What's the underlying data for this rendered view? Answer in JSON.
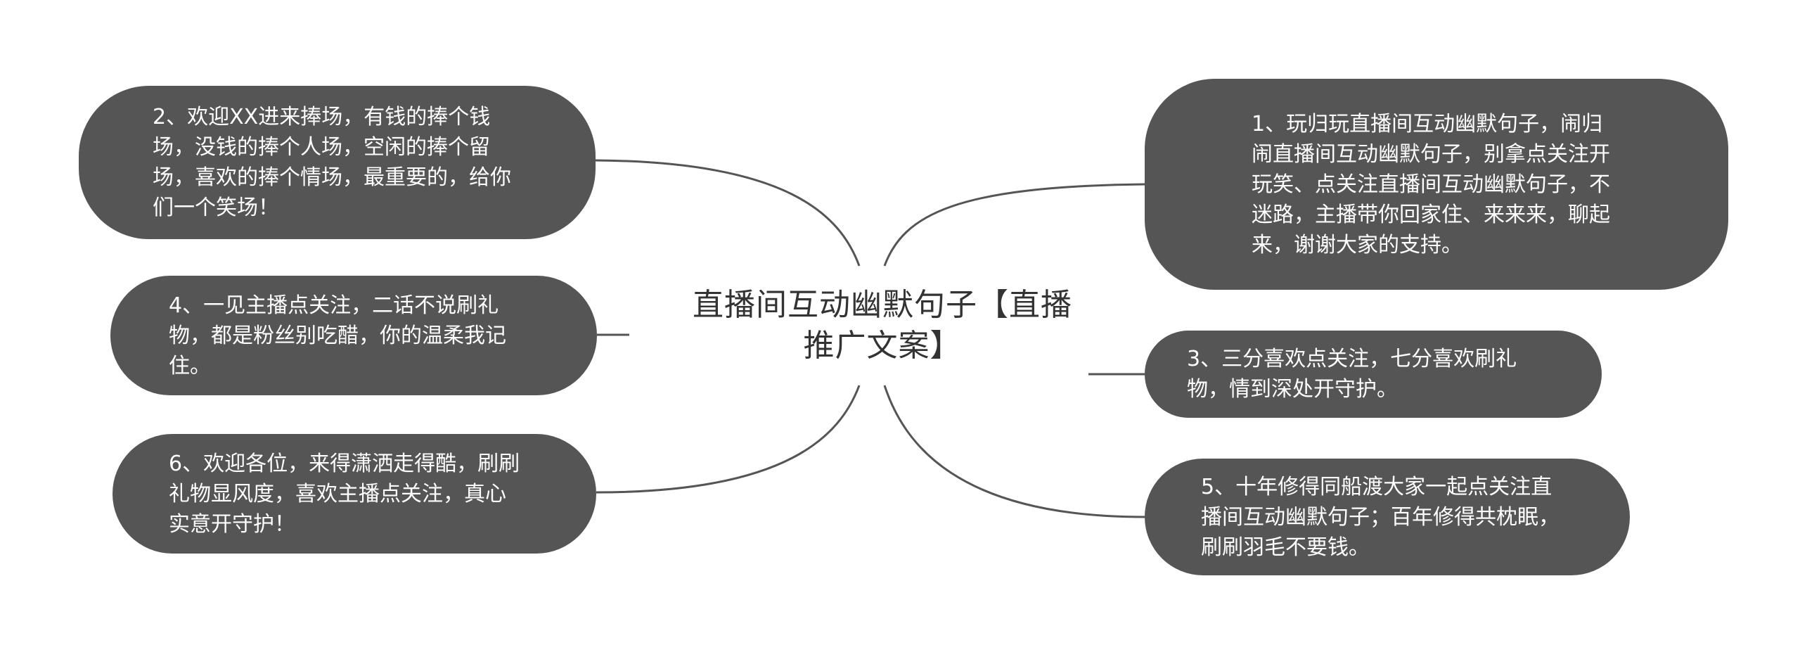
{
  "center": {
    "title": "直播间互动幽默句子【直播推广文案】"
  },
  "nodes": {
    "n1": "1、玩归玩直播间互动幽默句子，闹归闹直播间互动幽默句子，别拿点关注开玩笑、点关注直播间互动幽默句子，不迷路，主播带你回家住、来来来，聊起来，谢谢大家的支持。",
    "n2": "2、欢迎XX进来捧场，有钱的捧个钱场，没钱的捧个人场，空闲的捧个留场，喜欢的捧个情场，最重要的，给你们一个笑场！",
    "n3": "3、三分喜欢点关注，七分喜欢刷礼物，情到深处开守护。",
    "n4": "4、一见主播点关注，二话不说刷礼物，都是粉丝别吃醋，你的温柔我记住。",
    "n5": "5、十年修得同船渡大家一起点关注直播间互动幽默句子；百年修得共枕眠，刷刷羽毛不要钱。",
    "n6": "6、欢迎各位，来得潇洒走得酷，刷刷礼物显风度，喜欢主播点关注，真心实意开守护！"
  },
  "colors": {
    "node_fill": "#555555",
    "node_text": "#ffffff",
    "connector": "#555555",
    "center_text": "#333333"
  }
}
